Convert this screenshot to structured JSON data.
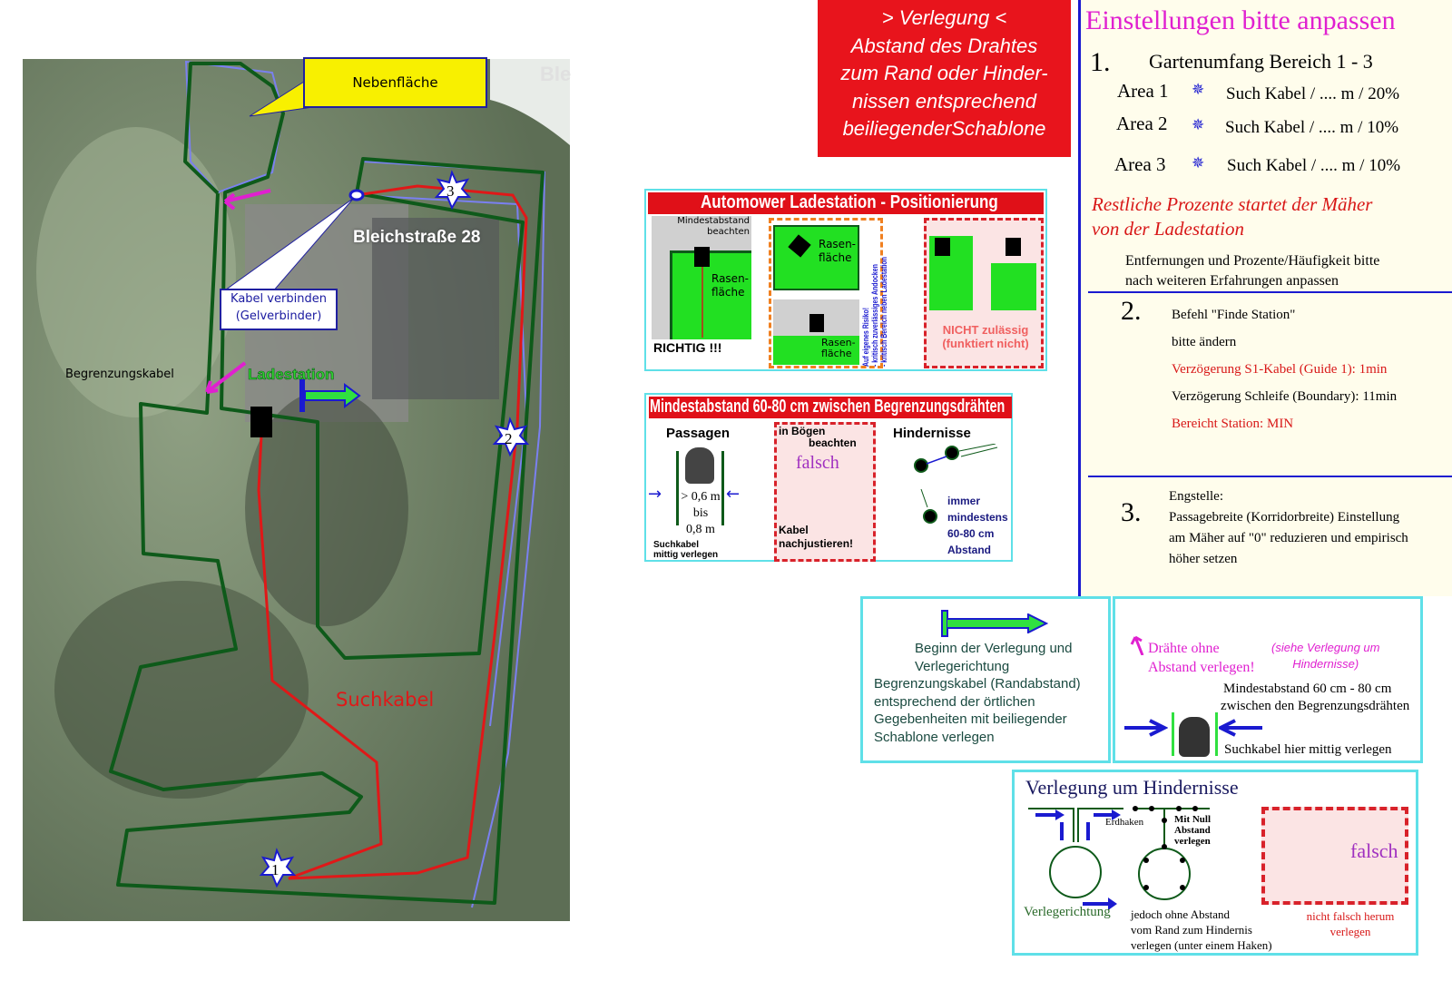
{
  "map": {
    "street_partial": "Ble",
    "address": "Bleichstraße 28",
    "callout_nebenflaeche": "Nebenfläche",
    "callout_kabel": [
      "Kabel verbinden",
      "(Gelverbinder)"
    ],
    "label_begrenzung": "Begrenzungskabel",
    "label_ladestation": "Ladestation",
    "label_suchkabel": "Suchkabel",
    "stars": [
      "1",
      "2",
      "3"
    ],
    "colors": {
      "boundary": "#0e5a1a",
      "guide": "#e01818",
      "star": "#1a1aa0",
      "highlight": "#e020d0"
    }
  },
  "verlegung_banner": {
    "lines": [
      "> Verlegung <",
      "Abstand des Drahtes",
      "zum Rand oder Hinder-",
      "nissen entsprechend",
      "beiliegenderSchablone"
    ]
  },
  "settings": {
    "title": "Einstellungen bitte anpassen",
    "s1": {
      "num": "1.",
      "heading": "Gartenumfang Bereich 1 - 3",
      "areas": [
        {
          "label": "Area 1",
          "star": "1",
          "text": "Such Kabel / .... m / 20%"
        },
        {
          "label": "Area 2",
          "star": "2",
          "text": "Such Kabel / .... m / 10%"
        },
        {
          "label": "Area 3",
          "star": "3",
          "text": "Such Kabel / .... m / 10%"
        }
      ],
      "rest": [
        "Restliche Prozente  startet der Mäher",
        "von der Ladestation"
      ],
      "note": [
        "Entfernungen und Prozente/Häufigkeit bitte",
        "nach weiteren Erfahrungen anpassen"
      ]
    },
    "s2": {
      "num": "2.",
      "lines": [
        "Befehl \"Finde Station\"",
        "bitte ändern",
        "Verzögerung S1-Kabel (Guide 1): 1min",
        " Verzögerung Schleife (Boundary): 11min",
        "Bereicht Station: MIN"
      ]
    },
    "s3": {
      "num": "3.",
      "lines": [
        "Engstelle:",
        "Passagebreite (Korridorbreite) Einstellung",
        "am Mäher auf \"0\" reduzieren und empirisch",
        "höher setzen"
      ]
    }
  },
  "ladestation_box": {
    "title": "Automower Ladestation - Positionierung",
    "mindest": [
      "Mindestabstand",
      "beachten"
    ],
    "rasen": [
      "Rasen-",
      "fläche"
    ],
    "richtig": "RICHTIG !!!",
    "risiko": [
      "Auf eigenes Risiko!",
      "- kritisch zuverlässiges Andocken",
      "- kritisch Bereich neben Ladestation"
    ],
    "nicht": [
      "NICHT zulässig",
      "(funktiert nicht)"
    ]
  },
  "abstand_box": {
    "title": "Mindestabstand 60-80 cm zwischen Begrenzungsdrähten",
    "passagen": "Passagen",
    "gt": "> 0,6 m",
    "bis": "bis",
    "max": "0,8 m",
    "such": [
      "Suchkabel",
      "mittig verlegen"
    ],
    "boegen": [
      "in Bögen",
      "beachten"
    ],
    "falsch": "falsch",
    "kabel": [
      "Kabel",
      "nachjustieren!"
    ],
    "hindernisse": "Hindernisse",
    "immer": [
      "immer",
      "mindestens",
      "60-80 cm",
      "Abstand"
    ]
  },
  "beginn_box": {
    "lines": [
      "Beginn der Verlegung und",
      "Verlegerichtung",
      "Begrenzungskabel (Randabstand)",
      "entsprechend der örtlichen",
      "Gegebenheiten mit beiliegender",
      "Schablone verlegen"
    ]
  },
  "draehte_box": {
    "ohne": [
      "Drähte ohne",
      "Abstand verlegen!"
    ],
    "siehe": [
      "(siehe Verlegung um",
      "Hindernisse)"
    ],
    "mindest": [
      "Mindestabstand 60 cm - 80 cm",
      "zwischen den Begrenzungsdrähten"
    ],
    "such": "Suchkabel hier mittig verlegen"
  },
  "hindernis_box": {
    "title": "Verlegung um Hindernisse",
    "verlegerichtung": "Verlegerichtung",
    "erdhaken": "Erdhaken",
    "null": [
      "Mit Null",
      "Abstand",
      "verlegen"
    ],
    "jedoch": [
      "jedoch ohne Abstand",
      "vom Rand zum Hindernis",
      "verlegen (unter einem Haken)"
    ],
    "falsch": "falsch",
    "nicht": [
      "nicht falsch herum",
      "verlegen"
    ]
  }
}
